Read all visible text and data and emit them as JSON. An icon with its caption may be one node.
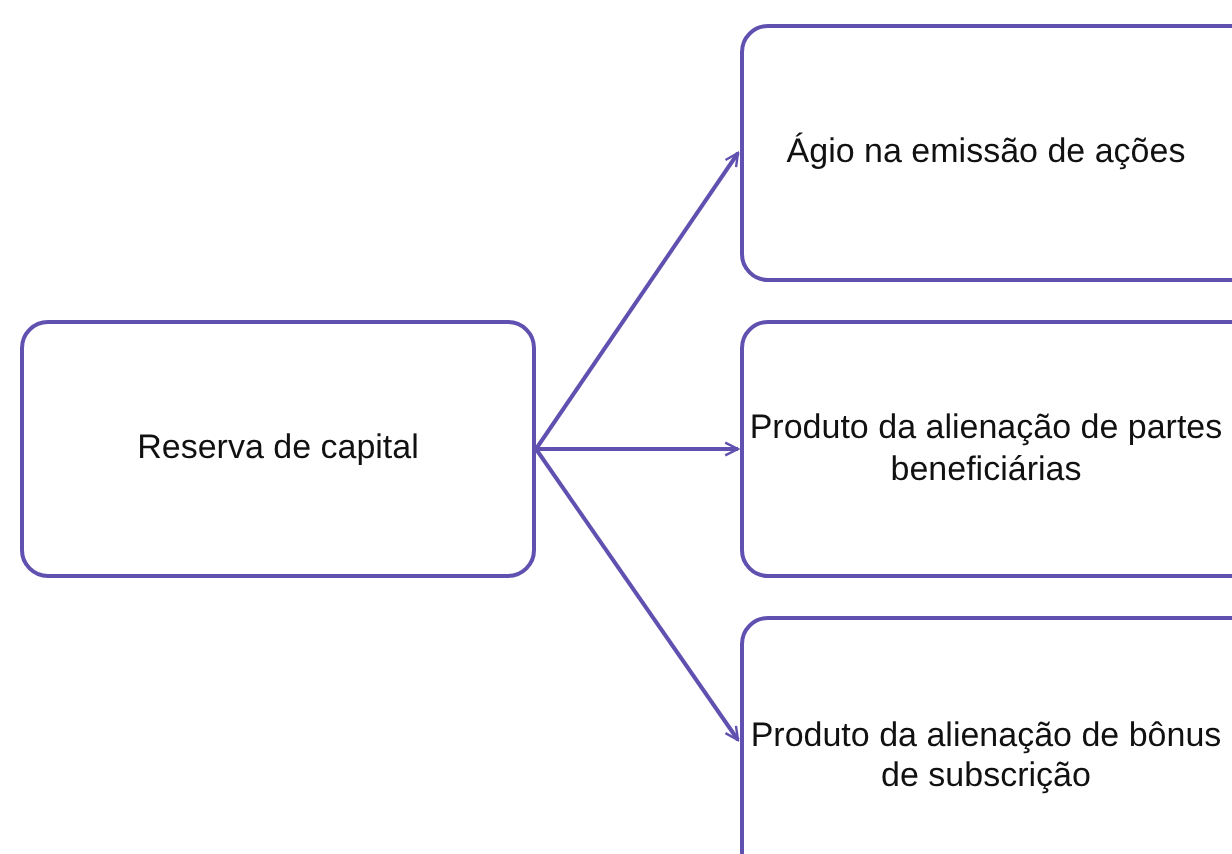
{
  "diagram": {
    "nodes": [
      {
        "text": [
          "Reserva de capital"
        ]
      },
      {
        "text": [
          "Ágio na emissão de ações"
        ]
      },
      {
        "text": [
          "Produto da alienação de partes beneficiárias"
        ]
      },
      {
        "text": [
          "Produto da alienação de bônus de subscrição"
        ]
      }
    ],
    "edges": [
      {
        "from": 0,
        "to": 1,
        "arrow": "to"
      },
      {
        "from": 0,
        "to": 2,
        "arrow": "to"
      },
      {
        "from": 0,
        "to": 3,
        "arrow": "to"
      }
    ]
  }
}
